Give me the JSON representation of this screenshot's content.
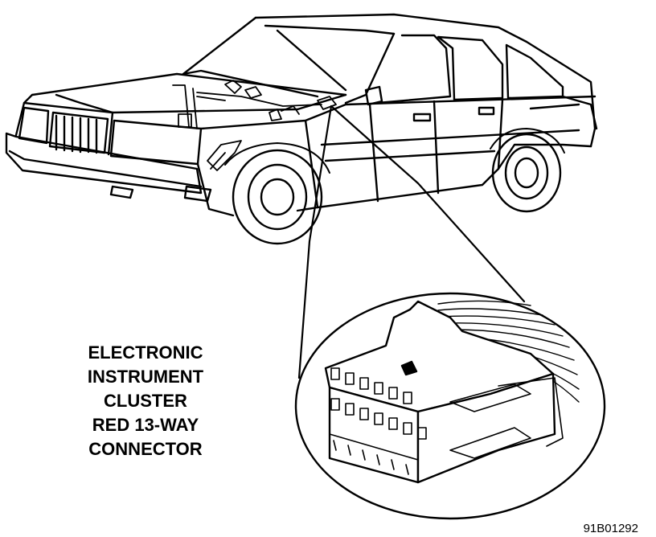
{
  "caption": {
    "line1": "ELECTRONIC",
    "line2": "INSTRUMENT",
    "line3": "CLUSTER",
    "line4": "RED 13-WAY",
    "line5": "CONNECTOR"
  },
  "figure_id": "91B01292",
  "colors": {
    "ink": "#000000",
    "paper": "#ffffff"
  }
}
